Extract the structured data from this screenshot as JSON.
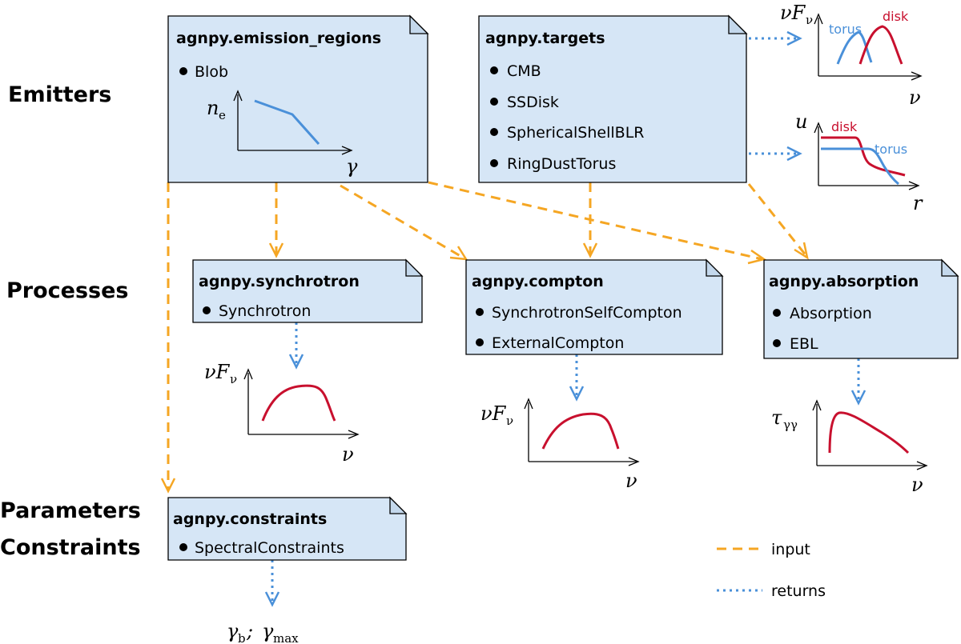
{
  "rows": {
    "emitters": "Emitters",
    "processes": "Processes",
    "parameters": "Parameters",
    "constraints": "Constraints"
  },
  "modules": {
    "emission_regions": {
      "title": "agnpy.emission_regions",
      "items": [
        "Blob"
      ]
    },
    "targets": {
      "title": "agnpy.targets",
      "items": [
        "CMB",
        "SSDisk",
        "SphericalShellBLR",
        "RingDustTorus"
      ]
    },
    "synchrotron": {
      "title": "agnpy.synchrotron",
      "items": [
        "Synchrotron"
      ]
    },
    "compton": {
      "title": "agnpy.compton",
      "items": [
        "SynchrotronSelfCompton",
        "ExternalCompton"
      ]
    },
    "absorption": {
      "title": "agnpy.absorption",
      "items": [
        "Absorption",
        "EBL"
      ]
    },
    "constraints": {
      "title": "agnpy.constraints",
      "items": [
        "SpectralConstraints"
      ]
    }
  },
  "plots": {
    "blob": {
      "ylabel": "n",
      "ylabel_sub": "e",
      "xlabel": "γ"
    },
    "targets_sed": {
      "ylabel": "νF",
      "ylabel_sub": "ν",
      "xlabel": "ν",
      "labels": [
        "torus",
        "disk"
      ]
    },
    "targets_u": {
      "ylabel": "u",
      "xlabel": "r",
      "labels": [
        "disk",
        "torus"
      ]
    },
    "synchrotron": {
      "ylabel": "νF",
      "ylabel_sub": "ν",
      "xlabel": "ν"
    },
    "compton": {
      "ylabel": "νF",
      "ylabel_sub": "ν",
      "xlabel": "ν"
    },
    "absorption": {
      "ylabel": "τ",
      "ylabel_sub": "γγ",
      "xlabel": "ν"
    }
  },
  "constraints_output": {
    "gamma": "γ",
    "sub_b": "b",
    "sep": "; ",
    "gamma2": "γ",
    "sub_max": "max"
  },
  "legend": {
    "input": "input",
    "returns": "returns"
  },
  "colors": {
    "box_fill": "#d6e6f6",
    "input": "#f5a623",
    "returns": "#4a90d9",
    "curve_red": "#c8102e",
    "curve_blue": "#4a90d9"
  }
}
